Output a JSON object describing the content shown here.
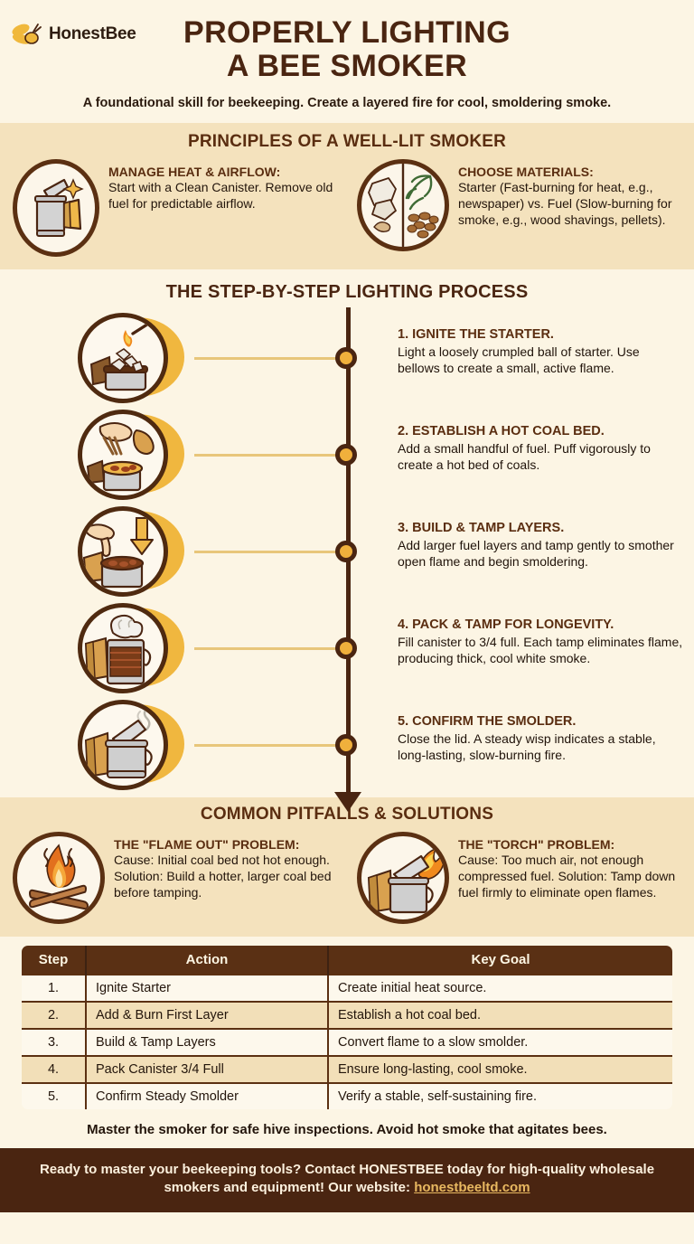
{
  "brand": {
    "name": "HonestBee",
    "logo_icon": "bee-icon"
  },
  "header": {
    "title_line1": "PROPERLY LIGHTING",
    "title_line2": "A BEE SMOKER",
    "subtitle": "A foundational skill for beekeeping. Create a layered fire for cool, smoldering smoke."
  },
  "principles": {
    "title": "PRINCIPLES OF A WELL-LIT SMOKER",
    "items": [
      {
        "icon": "smoker-clean-canister-icon",
        "head": "MANAGE HEAT & AIRFLOW:",
        "body": "Start with a Clean Canister. Remove old fuel for predictable airflow."
      },
      {
        "icon": "starter-vs-fuel-icon",
        "head": "CHOOSE MATERIALS:",
        "body": "Starter (Fast-burning for heat, e.g., newspaper) vs. Fuel (Slow-burning for smoke, e.g., wood shavings, pellets)."
      }
    ]
  },
  "process": {
    "title": "THE STEP-BY-STEP LIGHTING PROCESS",
    "steps": [
      {
        "icon": "match-lighting-starter-icon",
        "head": "1. IGNITE THE STARTER.",
        "body": "Light a loosely crumpled ball of starter. Use bellows to create a small, active flame."
      },
      {
        "icon": "hand-adding-fuel-icon",
        "head": "2. ESTABLISH A HOT COAL BED.",
        "body": "Add a small handful of fuel. Puff vigorously to create a hot bed of coals."
      },
      {
        "icon": "hand-tamping-layers-icon",
        "head": "3. BUILD & TAMP LAYERS.",
        "body": "Add larger fuel layers and tamp gently to smother open flame and begin smoldering."
      },
      {
        "icon": "packed-canister-smoke-icon",
        "head": "4. PACK & TAMP FOR LONGEVITY.",
        "body": "Fill canister to 3/4 full. Each tamp eliminates flame, producing thick, cool white smoke."
      },
      {
        "icon": "closed-smoker-wisp-icon",
        "head": "5. CONFIRM THE SMOLDER.",
        "body": "Close the lid. A steady wisp indicates a stable, long-lasting, slow-burning fire."
      }
    ]
  },
  "pitfalls": {
    "title": "COMMON PITFALLS & SOLUTIONS",
    "items": [
      {
        "icon": "campfire-icon",
        "head": "THE \"FLAME OUT\" PROBLEM:",
        "body": "Cause: Initial coal bed not hot enough. Solution: Build a hotter, larger coal bed before tamping."
      },
      {
        "icon": "smoker-torch-flame-icon",
        "head": "THE \"TORCH\" PROBLEM:",
        "body": "Cause: Too much air, not enough compressed fuel. Solution: Tamp down fuel firmly to eliminate open flames."
      }
    ]
  },
  "table": {
    "columns": [
      "Step",
      "Action",
      "Key Goal"
    ],
    "rows": [
      [
        "1.",
        "Ignite Starter",
        "Create initial heat source."
      ],
      [
        "2.",
        "Add & Burn First Layer",
        "Establish a hot coal bed."
      ],
      [
        "3.",
        "Build & Tamp Layers",
        "Convert flame to a slow smolder."
      ],
      [
        "4.",
        "Pack Canister 3/4 Full",
        "Ensure long-lasting, cool smoke."
      ],
      [
        "5.",
        "Confirm Steady Smolder",
        "Verify a stable, self-sustaining fire."
      ]
    ]
  },
  "closing": "Master the smoker for safe hive inspections. Avoid hot smoke that agitates bees.",
  "cta": {
    "text": "Ready to master your beekeeping tools? Contact HONESTBEE today for high-quality wholesale smokers and equipment! Our website: ",
    "link": "honestbeeltd.com"
  },
  "colors": {
    "page_bg": "#fcf5e4",
    "band_bg": "#f4e2bd",
    "dark_brown": "#4a2511",
    "mid_brown": "#5a2d10",
    "amber": "#f0b03c",
    "cta_bg": "#4a2511",
    "link": "#e8b860"
  }
}
